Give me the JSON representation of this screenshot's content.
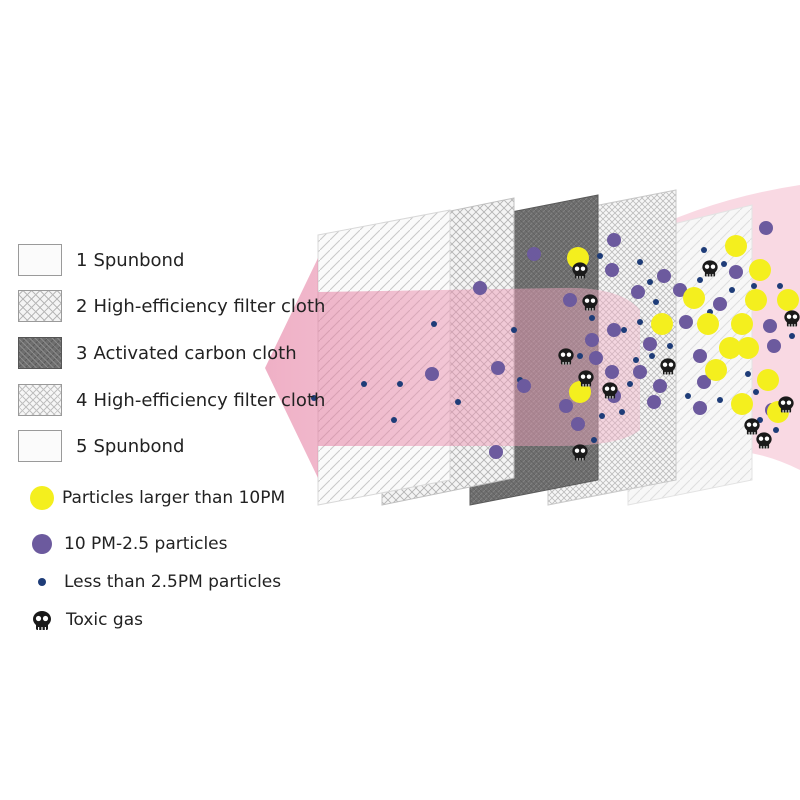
{
  "layers": [
    {
      "num": "1",
      "label": "Spunbond",
      "style": "plain"
    },
    {
      "num": "2",
      "label": "High-efficiency filter cloth",
      "style": "hatch"
    },
    {
      "num": "3",
      "label": "Activated carbon cloth",
      "style": "carbon"
    },
    {
      "num": "4",
      "label": "High-efficiency filter cloth",
      "style": "hatch"
    },
    {
      "num": "5",
      "label": "Spunbond",
      "style": "plain"
    }
  ],
  "particles": {
    "large": "Particles larger than 10PM",
    "medium": "10 PM-2.5 particles",
    "small": "Less than 2.5PM particles",
    "toxic": "Toxic gas"
  },
  "colors": {
    "large": "#f4ef1e",
    "medium": "#6c5a9e",
    "small": "#1e3c78",
    "airflow": "#e79ab4",
    "skull": "#1a1a1a"
  },
  "icons": {
    "toxic": "skull-icon",
    "airflow": "left-arrow"
  }
}
